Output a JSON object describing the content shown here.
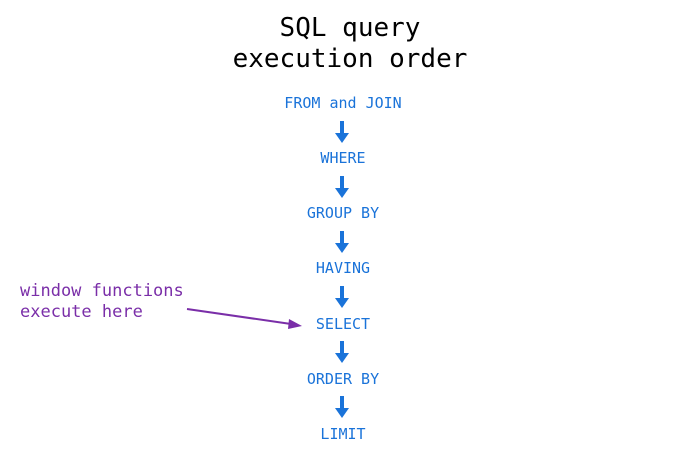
{
  "title": {
    "line1": "SQL query",
    "line2": "execution order"
  },
  "steps": [
    "FROM and JOIN",
    "WHERE",
    "GROUP BY",
    "HAVING",
    "SELECT",
    "ORDER BY",
    "LIMIT"
  ],
  "annotation": {
    "line1": "window functions",
    "line2": "execute here"
  },
  "colors": {
    "step": "#1a73d9",
    "arrow": "#1a73d9",
    "annotation": "#7a2ea8",
    "title": "#000000"
  }
}
